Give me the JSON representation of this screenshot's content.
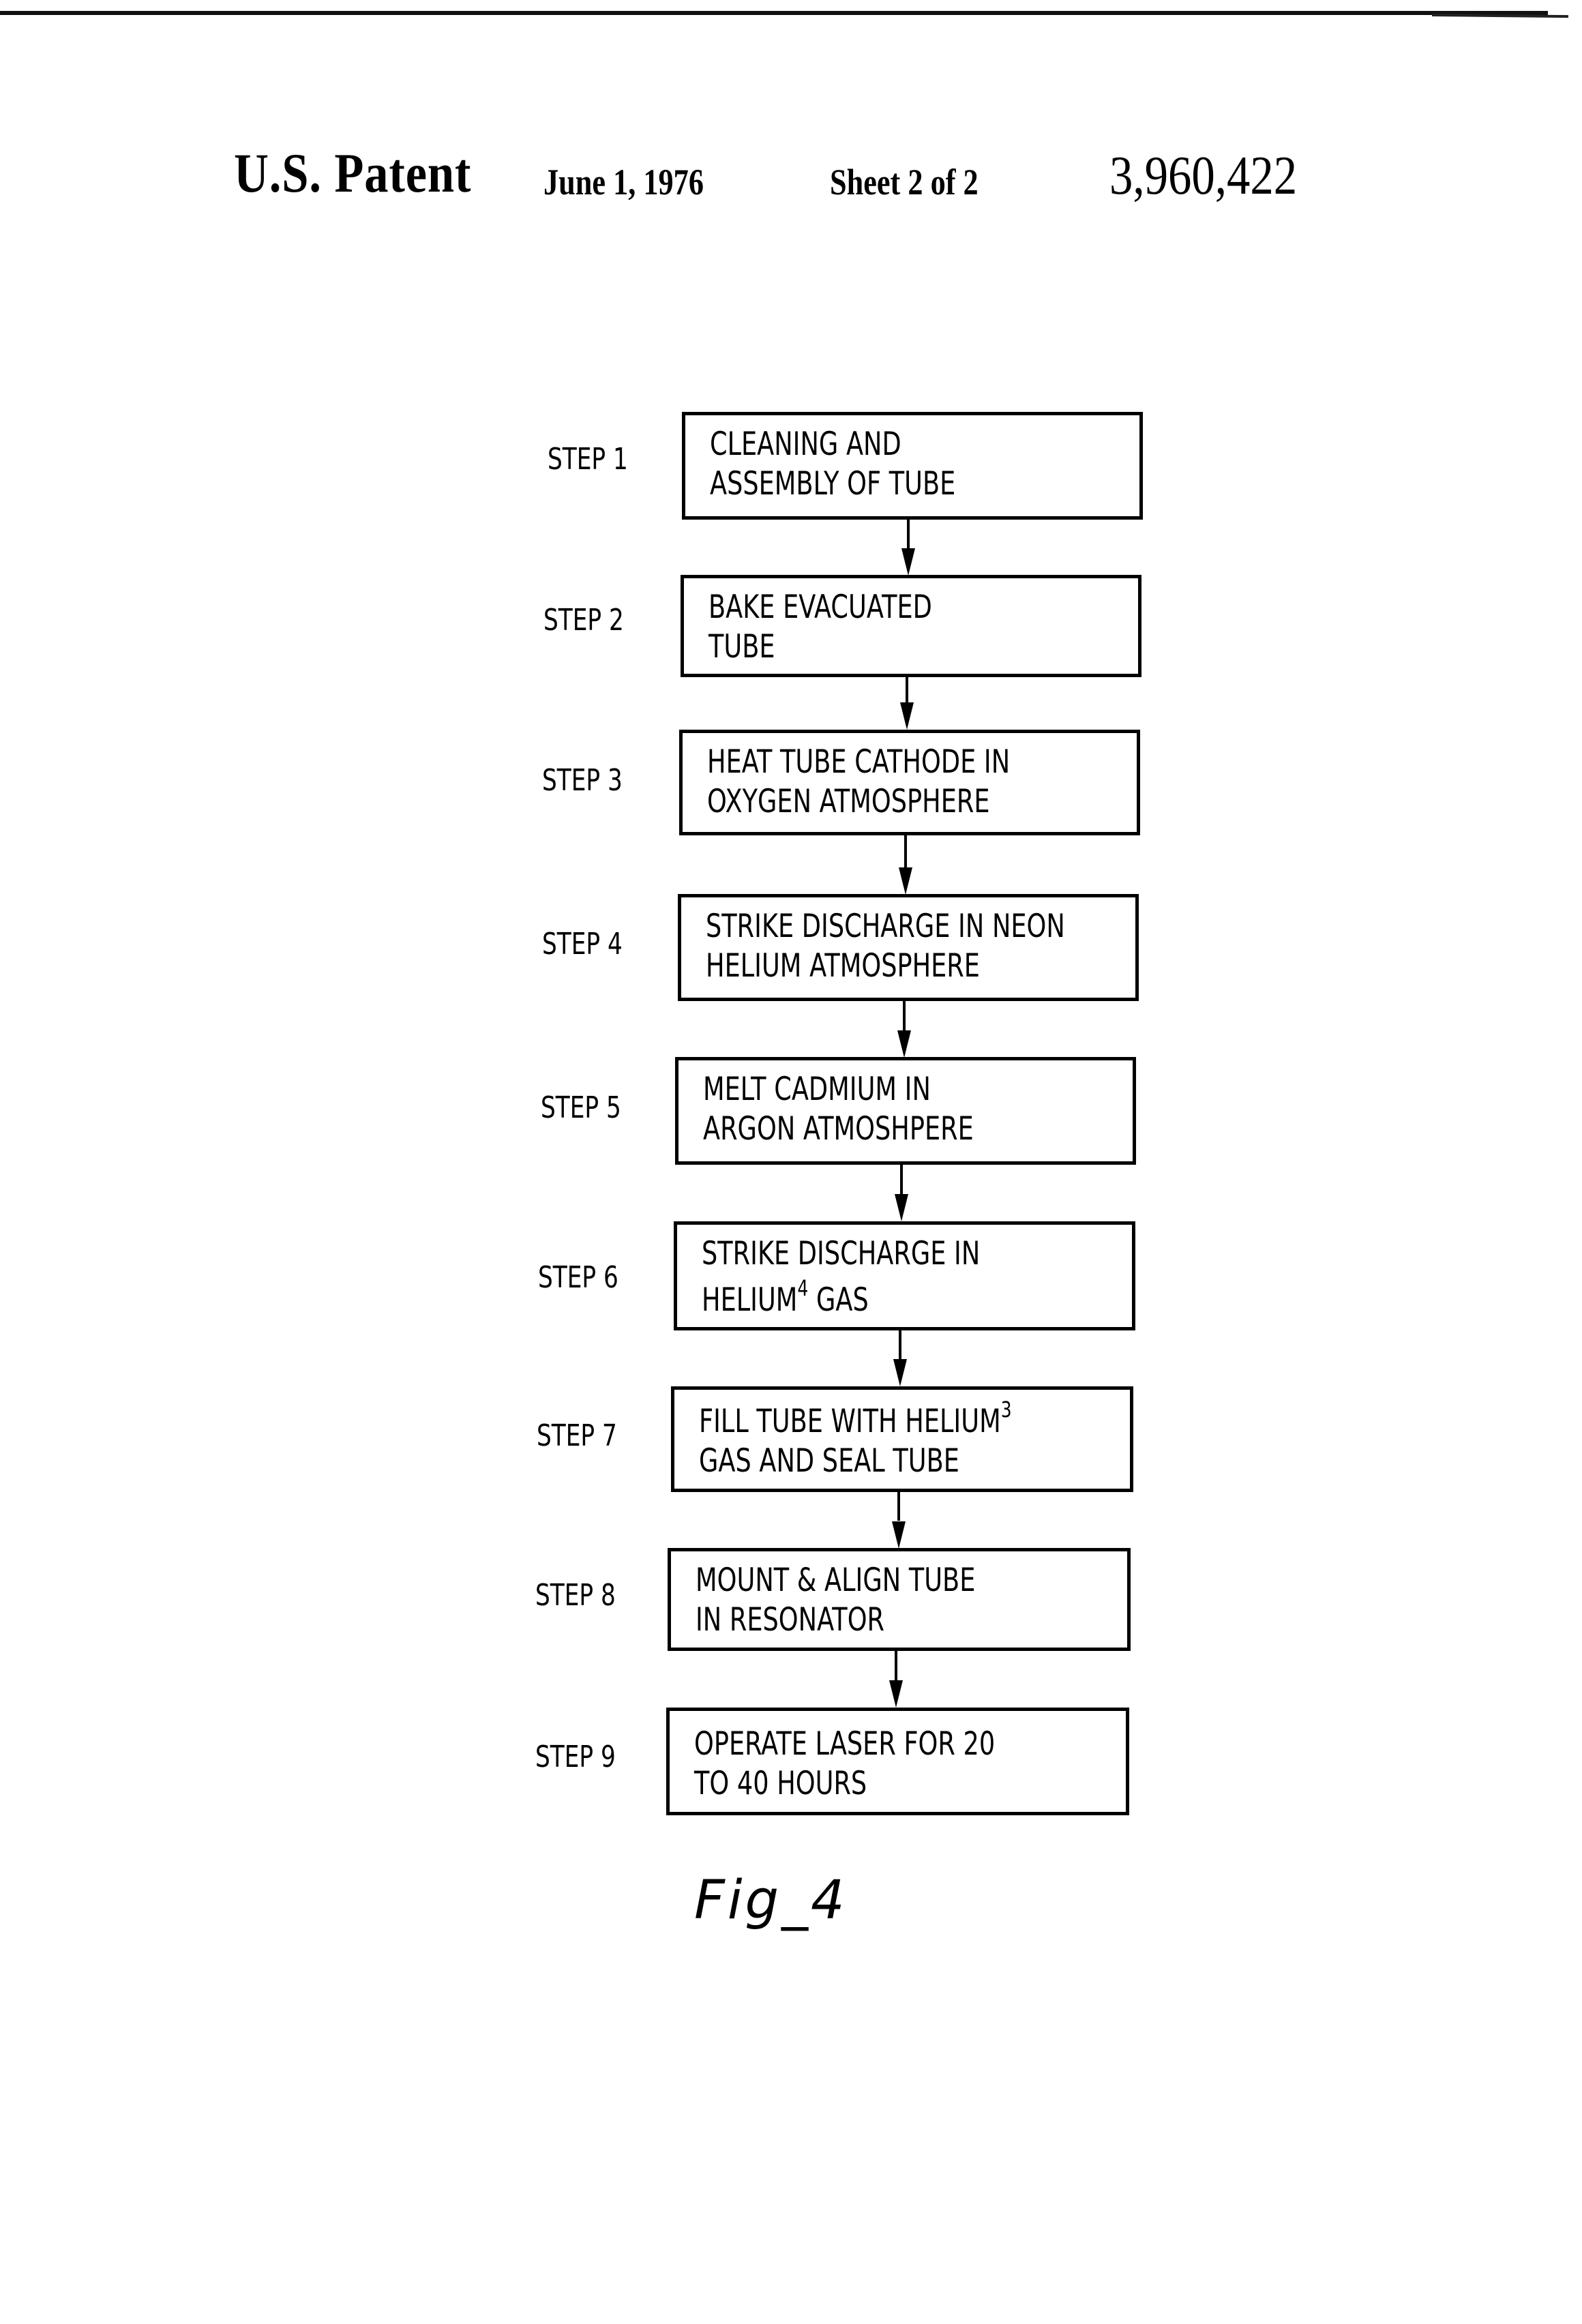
{
  "header": {
    "title": "U.S. Patent",
    "date": "June 1, 1976",
    "sheet": "Sheet 2 of 2",
    "patent_number": "3,960,422"
  },
  "flowchart": {
    "steps": [
      {
        "label": "STEP 1",
        "line1": "CLEANING AND",
        "line2": "ASSEMBLY OF TUBE",
        "sup": ""
      },
      {
        "label": "STEP 2",
        "line1": "BAKE EVACUATED",
        "line2": "TUBE",
        "sup": ""
      },
      {
        "label": "STEP 3",
        "line1": "HEAT TUBE CATHODE IN",
        "line2": "OXYGEN ATMOSPHERE",
        "sup": ""
      },
      {
        "label": "STEP 4",
        "line1": "STRIKE DISCHARGE IN NEON",
        "line2": "HELIUM ATMOSPHERE",
        "sup": ""
      },
      {
        "label": "STEP 5",
        "line1": "MELT CADMIUM IN",
        "line2": "ARGON ATMOSHPERE",
        "sup": ""
      },
      {
        "label": "STEP 6",
        "line1": "STRIKE DISCHARGE IN",
        "line2_pre": "HELIUM",
        "line2_sup": "4",
        "line2_post": " GAS"
      },
      {
        "label": "STEP 7",
        "line1_pre": "FILL TUBE WITH HELIUM",
        "line1_sup": "3",
        "line2": "GAS AND SEAL TUBE"
      },
      {
        "label": "STEP 8",
        "line1": "MOUNT & ALIGN TUBE",
        "line2": "IN RESONATOR",
        "sup": ""
      },
      {
        "label": "STEP 9",
        "line1": "OPERATE LASER FOR 20",
        "line2": "TO 40 HOURS",
        "sup": ""
      }
    ],
    "caption": "Fig_4"
  }
}
